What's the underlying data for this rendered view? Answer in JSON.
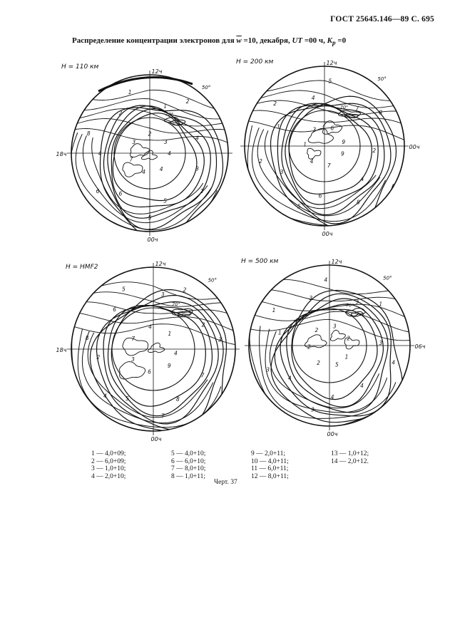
{
  "page": {
    "header": "ГОСТ 25645.146—89 С. 695",
    "title": {
      "prefix": "Распределение концентрации электронов для ",
      "w_symbol": "w",
      "mid": " =10, декабря, ",
      "ut_symbol": "UT",
      "ut_value": " =00 ч, ",
      "kp_symbol": "K",
      "kp_sub": "p",
      "kp_value": " =0"
    },
    "caption": "Черт. 37"
  },
  "plots": [
    {
      "label": "H = 110 км",
      "top": "12ч",
      "bottom": "00ч",
      "left": "18ч",
      "right": "",
      "lat": "50°",
      "inner_lat": "70°",
      "contour_labels": [
        "4",
        "3",
        "2",
        "4",
        "5",
        "5",
        "4",
        "6",
        "6",
        "7",
        "4",
        "8",
        "3",
        "2",
        "1",
        "2",
        "1",
        "2",
        "3",
        "4"
      ]
    },
    {
      "label": "H = 200 км",
      "top": "12ч",
      "bottom": "00ч",
      "left": "",
      "right": "00ч",
      "lat": "50°",
      "inner_lat": "70°",
      "contour_labels": [
        "9",
        "4",
        "8",
        "7",
        "6",
        "5",
        "4",
        "3",
        "2",
        "1",
        "1",
        "2",
        "3",
        "4",
        "5",
        "6",
        "7",
        "8",
        "9",
        "2"
      ]
    },
    {
      "label": "H = HMF2",
      "top": "12ч",
      "bottom": "00ч",
      "left": "18ч",
      "right": "",
      "lat": "50°",
      "inner_lat": "70°",
      "contour_labels": [
        "9",
        "8",
        "7",
        "6",
        "5",
        "4",
        "3",
        "2",
        "8",
        "7",
        "6",
        "5",
        "4",
        "3",
        "2",
        "1",
        "2",
        "3",
        "4",
        "7"
      ]
    },
    {
      "label": "H = 500 км",
      "top": "12ч",
      "bottom": "00ч",
      "left": "",
      "right": "06ч",
      "lat": "50°",
      "inner_lat": "70°",
      "contour_labels": [
        "5",
        "4",
        "3",
        "2",
        "4",
        "3",
        "2",
        "1",
        "1",
        "2",
        "3",
        "4",
        "3",
        "2",
        "1",
        "2",
        "3",
        "4",
        "1",
        "4"
      ]
    }
  ],
  "legend": [
    [
      "1 — 4,0+09;",
      "2 — 6,0+09;",
      "3 — 1,0+10;",
      "4 — 2,0+10;"
    ],
    [
      "5 — 4,0+10;",
      "6 — 6,0+10;",
      "7 — 8,0+10;",
      "8 — 1,0+11;"
    ],
    [
      "9 — 2,0+11;",
      "10 — 4,0+11;",
      "11 — 6,0+11;",
      "12 — 8,0+11;"
    ],
    [
      "13 — 1,0+12;",
      "14 — 2,0+12."
    ]
  ]
}
